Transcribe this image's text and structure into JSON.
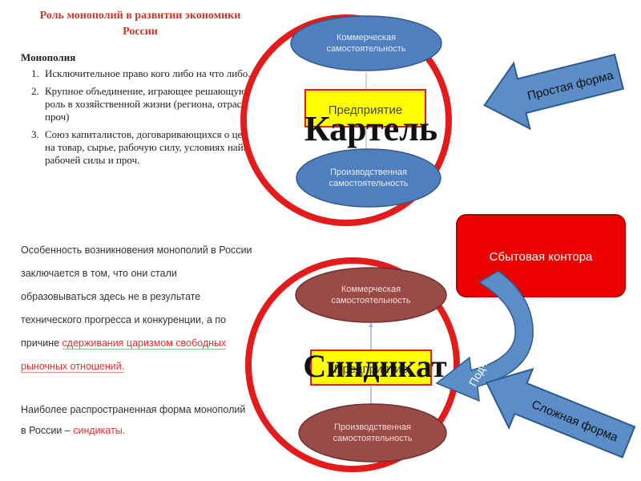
{
  "title": "Роль монополий в развитии экономики России",
  "definition": {
    "heading": "Монополия",
    "items": [
      "Исключительное право кого либо на что либо.",
      "Крупное объединение, играющее решающую роль в хозяйственной жизни (региона, отрасли и проч)",
      "Союз капиталистов, договаривающихся о ценах на товар, сырье, рабочую силу, условиях найма рабочей силы и проч."
    ]
  },
  "feature": {
    "text": "Особенность возникновения монополий в России заключается в том, что они стали образовываться здесь не в результате технического прогресса и конкуренции, а по причине",
    "highlight": "сдерживания царизмом свободных рыночных отношений."
  },
  "common": {
    "text": "Наиболее распространенная форма монополий в России –",
    "highlight": "синдикаты."
  },
  "cartel": {
    "label": "Картель",
    "top_oval": "Коммерческая самостоятельность",
    "center_box": "Предприятие",
    "bottom_oval": "Производственная самостоятельность"
  },
  "syndicate": {
    "label": "Синдикат",
    "top_oval": "Коммерческая самостоятельность",
    "center_box": "Предприятие",
    "bottom_oval": "Производственная самостоятельность"
  },
  "arrows": {
    "simple_form": "Простая форма",
    "complex_form": "Сложная форма",
    "subordination": "Подчинение"
  },
  "sales_office": "Сбытовая контора",
  "colors": {
    "title_red": "#c0392b",
    "circle_red": "#e31b1b",
    "cartel_oval": "#4f7fbf",
    "syndicate_oval": "#9a4a47",
    "box_yellow": "#ffff00",
    "sales_box": "#ee0000",
    "arrow_blue": "#5b8ec9"
  }
}
